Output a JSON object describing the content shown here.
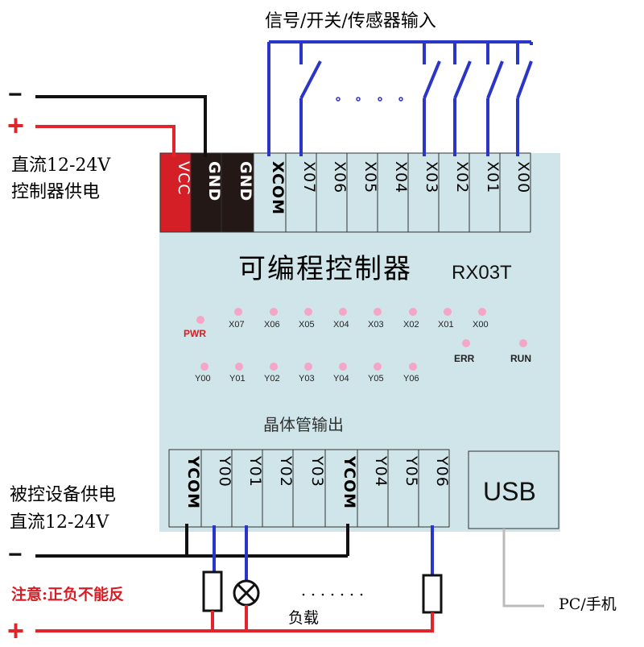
{
  "input_title": "信号/开关/传感器输入",
  "power_in": {
    "minus": "−",
    "plus": "+",
    "line1": "直流12-24V",
    "line2": "控制器供电"
  },
  "controller": {
    "title": "可编程控制器",
    "model": "RX03T"
  },
  "top_terminals": [
    "VCC",
    "GND",
    "GND",
    "XCOM",
    "X07",
    "X06",
    "X05",
    "X04",
    "X03",
    "X02",
    "X01",
    "X00"
  ],
  "input_leds": [
    "X07",
    "X06",
    "X05",
    "X04",
    "X03",
    "X02",
    "X01",
    "X00"
  ],
  "pwr_label": "PWR",
  "output_leds": [
    "Y00",
    "Y01",
    "Y02",
    "Y03",
    "Y04",
    "Y05",
    "Y06"
  ],
  "err_label": "ERR",
  "run_label": "RUN",
  "output_section": "晶体管输出",
  "bottom_terminals": [
    "YCOM",
    "Y00",
    "Y01",
    "Y02",
    "Y03",
    "YCOM",
    "Y04",
    "Y05",
    "Y06"
  ],
  "usb_label": "USB",
  "device_power": {
    "line1": "被控设备供电",
    "line2": "直流12-24V",
    "minus": "−",
    "plus": "+"
  },
  "warning": "注意:正负不能反",
  "load_label": "负载",
  "pc_label": "PC/手机",
  "colors": {
    "board": "#cfe5ea",
    "vcc": "#d41f26",
    "gnd": "#231815",
    "wire_blue": "#2b36c8",
    "wire_red": "#e0262a",
    "led": "#f4a6c8",
    "warning": "#d81e24"
  }
}
